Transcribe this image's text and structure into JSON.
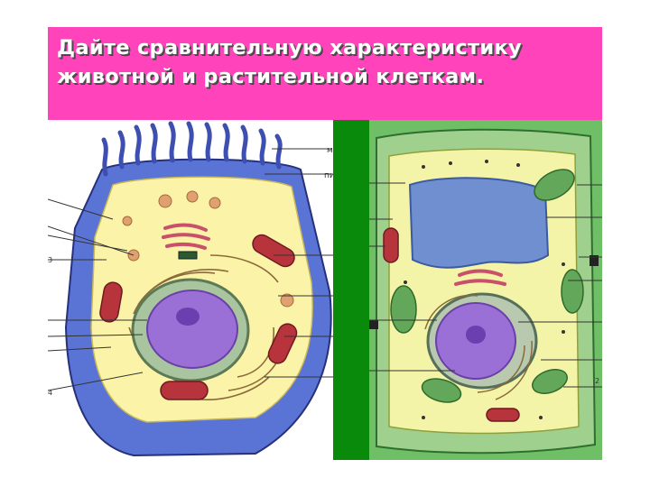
{
  "title": {
    "line1": "Дайте сравнительную характеристику",
    "line2": "животной и растительной клеткам."
  },
  "labels": {
    "animal_m": "м",
    "animal_pi": "пи",
    "animal_left_3": "3",
    "animal_left_4": "4",
    "plant_right_2": "2"
  },
  "colors": {
    "banner": "#ff44bb",
    "divider_green": "#0a8a0a",
    "animal_membrane": "#5a74d6",
    "animal_cytoplasm": "#fbf3a8",
    "plant_wall": "#5fb45a",
    "plant_cytoplasm": "#f4f4a8",
    "nucleus": "#9a6fd6",
    "mitochondria": "#b8343c",
    "vacuole": "#6f8fd0"
  }
}
